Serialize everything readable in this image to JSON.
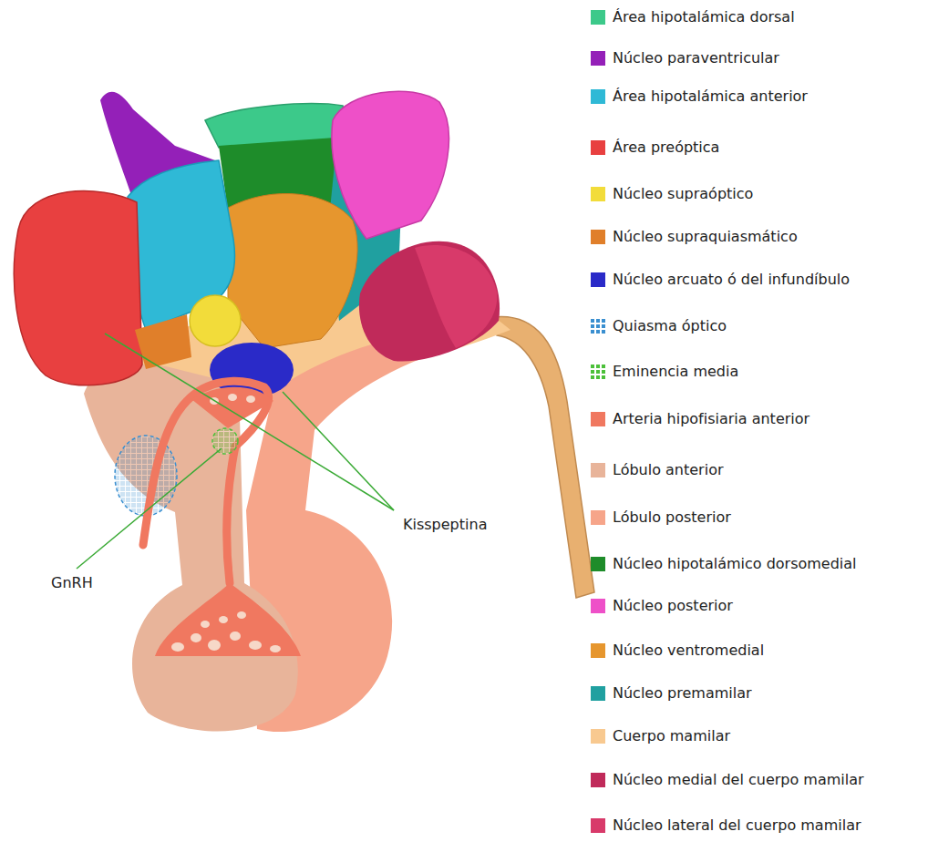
{
  "diagram": {
    "labels": [
      "Kisspeptina",
      "GnRH"
    ],
    "legend": [
      {
        "text": "Área hipotalámica dorsal",
        "color": "#3cc98a"
      },
      {
        "text": "Núcleo paraventricular",
        "color": "#9420b8"
      },
      {
        "text": "Área hipotalámica anterior",
        "color": "#2fb9d6"
      },
      {
        "text": "Área preóptica",
        "color": "#e84040"
      },
      {
        "text": "Núcleo supraóptico",
        "color": "#f2dc3a"
      },
      {
        "text": "Núcleo supraquiasmático",
        "color": "#e07f2a"
      },
      {
        "text": "Núcleo arcuato ó del infundíbulo",
        "color": "#2a2ac8"
      },
      {
        "text": "Quiasma óptico"
      },
      {
        "text": "Eminencia media"
      },
      {
        "text": "Arteria hipofisiaria anterior",
        "color": "#f07860"
      },
      {
        "text": "Lóbulo anterior",
        "color": "#e8b49a"
      },
      {
        "text": "Lóbulo posterior",
        "color": "#f6a58a"
      },
      {
        "text": "Núcleo hipotalámico dorsomedial",
        "color": "#1e8c2a"
      },
      {
        "text": "Núcleo posterior",
        "color": "#ee50c8"
      },
      {
        "text": "Núcleo ventromedial",
        "color": "#e6962e"
      },
      {
        "text": "Núcleo premamilar",
        "color": "#20a0a0"
      },
      {
        "text": "Cuerpo mamilar",
        "color": "#f8c990"
      },
      {
        "text": "Núcleo medial del cuerpo mamilar",
        "color": "#c02a5a"
      },
      {
        "text": "Núcleo lateral del cuerpo mamilar",
        "color": "#d83a6a"
      }
    ]
  }
}
